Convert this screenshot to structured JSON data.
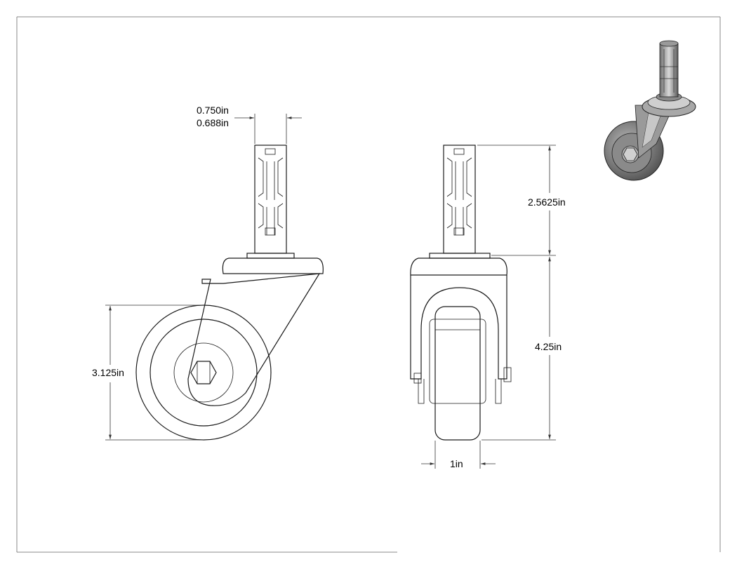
{
  "drawing": {
    "dimensions": {
      "stem_dia_outer": "0.750in",
      "stem_dia_inner": "0.688in",
      "wheel_dia": "3.125in",
      "stem_length": "2.5625in",
      "overall_height": "4.25in",
      "wheel_width": "1in"
    }
  }
}
